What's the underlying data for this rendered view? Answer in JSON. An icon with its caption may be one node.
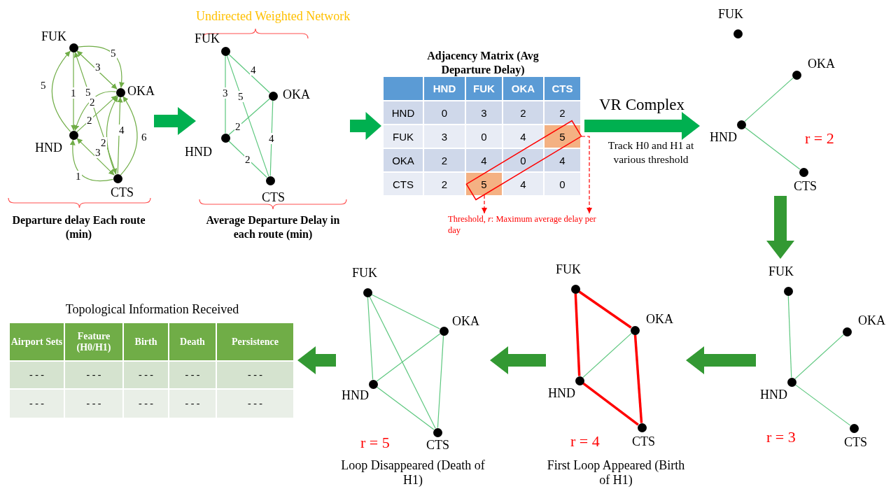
{
  "diagram": {
    "nodes": [
      {
        "text": [
          "Departure delay Each route (min)"
        ]
      },
      {
        "text": [
          "FUK"
        ],
        "in": 0
      },
      {
        "text": [
          "OKA"
        ],
        "in": 0
      },
      {
        "text": [
          "HND"
        ],
        "in": 0
      },
      {
        "text": [
          "CTS"
        ],
        "in": 0
      },
      {
        "text": [
          "Undirected Weighted Network",
          "Average Departure Delay in each route (min)"
        ]
      },
      {
        "text": [
          "FUK"
        ],
        "in": 5
      },
      {
        "text": [
          "OKA"
        ],
        "in": 5
      },
      {
        "text": [
          "HND"
        ],
        "in": 5
      },
      {
        "text": [
          "CTS"
        ],
        "in": 5
      },
      {
        "text": [
          "Adjacency Matrix (Avg Departure Delay)"
        ]
      },
      {
        "text": [],
        "shape": "box",
        "in": 10
      },
      {
        "text": [
          "HND"
        ],
        "in": 10
      },
      {
        "text": [
          "FUK"
        ],
        "in": 10
      },
      {
        "text": [
          "OKA"
        ],
        "in": 10
      },
      {
        "text": [
          "CTS"
        ],
        "in": 10
      },
      {
        "text": [
          "HND"
        ],
        "in": 10
      },
      {
        "text": [
          "0"
        ],
        "in": 10
      },
      {
        "text": [
          "3"
        ],
        "in": 10
      },
      {
        "text": [
          "2"
        ],
        "in": 10
      },
      {
        "text": [
          "2"
        ],
        "in": 10
      },
      {
        "text": [
          "FUK"
        ],
        "in": 10
      },
      {
        "text": [
          "3"
        ],
        "in": 10
      },
      {
        "text": [
          "0"
        ],
        "in": 10
      },
      {
        "text": [
          "4"
        ],
        "in": 10
      },
      {
        "text": [
          "5"
        ],
        "in": 10
      },
      {
        "text": [
          "OKA"
        ],
        "in": 10
      },
      {
        "text": [
          "2"
        ],
        "in": 10
      },
      {
        "text": [
          "4"
        ],
        "in": 10
      },
      {
        "text": [
          "0"
        ],
        "in": 10
      },
      {
        "text": [
          "4"
        ],
        "in": 10
      },
      {
        "text": [
          "CTS"
        ],
        "in": 10
      },
      {
        "text": [
          "2"
        ],
        "in": 10
      },
      {
        "text": [
          "5"
        ],
        "in": 10
      },
      {
        "text": [
          "4"
        ],
        "in": 10
      },
      {
        "text": [
          "0"
        ],
        "in": 10
      },
      {
        "text": [
          "Threshold, *r*: Maximum average delay per day"
        ]
      },
      {
        "text": [
          "r = 2"
        ]
      },
      {
        "text": [
          "FUK"
        ],
        "in": 37
      },
      {
        "text": [
          "OKA"
        ],
        "in": 37
      },
      {
        "text": [
          "HND"
        ],
        "in": 37
      },
      {
        "text": [
          "CTS"
        ],
        "in": 37
      },
      {
        "text": [
          "r = 3"
        ]
      },
      {
        "text": [
          "FUK"
        ],
        "in": 42
      },
      {
        "text": [
          "OKA"
        ],
        "in": 42
      },
      {
        "text": [
          "HND"
        ],
        "in": 42
      },
      {
        "text": [
          "CTS"
        ],
        "in": 42
      },
      {
        "text": [
          "r = 4",
          "First Loop Appeared (Birth of H1)"
        ]
      },
      {
        "text": [
          "FUK"
        ],
        "in": 47
      },
      {
        "text": [
          "OKA"
        ],
        "in": 47
      },
      {
        "text": [
          "HND"
        ],
        "in": 47
      },
      {
        "text": [
          "CTS"
        ],
        "in": 47
      },
      {
        "text": [
          "r = 5",
          "Loop Disappeared (Death of H1)"
        ]
      },
      {
        "text": [
          "FUK"
        ],
        "in": 52
      },
      {
        "text": [
          "OKA"
        ],
        "in": 52
      },
      {
        "text": [
          "HND"
        ],
        "in": 52
      },
      {
        "text": [
          "CTS"
        ],
        "in": 52
      },
      {
        "text": [
          "Topological Information Received"
        ]
      },
      {
        "text": [
          "Airport Sets"
        ],
        "in": 57
      },
      {
        "text": [
          "Feature (H0/H1)"
        ],
        "in": 57
      },
      {
        "text": [
          "Birth"
        ],
        "in": 57
      },
      {
        "text": [
          "Death"
        ],
        "in": 57
      },
      {
        "text": [
          "Persistence"
        ],
        "in": 57
      },
      {
        "text": [
          "- - -"
        ],
        "in": 57
      },
      {
        "text": [
          "- - -"
        ],
        "in": 57
      },
      {
        "text": [
          "- - -"
        ],
        "in": 57
      },
      {
        "text": [
          "- - -"
        ],
        "in": 57
      },
      {
        "text": [
          "- - -"
        ],
        "in": 57
      },
      {
        "text": [
          "- - -"
        ],
        "in": 57
      },
      {
        "text": [
          "- - -"
        ],
        "in": 57
      },
      {
        "text": [
          "- - -"
        ],
        "in": 57
      },
      {
        "text": [
          "- - -"
        ],
        "in": 57
      },
      {
        "text": [
          "- - -"
        ],
        "in": 57
      }
    ],
    "edges": [
      {
        "from": 1,
        "to": 3,
        "arrow": "to",
        "label": "1",
        "color": "#70ad47"
      },
      {
        "from": 3,
        "to": 1,
        "arrow": "to",
        "label": "5",
        "color": "#70ad47"
      },
      {
        "from": 2,
        "to": 1,
        "arrow": "both",
        "label": "3",
        "color": "#70ad47"
      },
      {
        "from": 1,
        "to": 2,
        "arrow": "to",
        "label": "5",
        "color": "#70ad47"
      },
      {
        "from": 4,
        "to": 1,
        "arrow": "both",
        "label": "5",
        "color": "#70ad47"
      },
      {
        "from": 2,
        "to": 3,
        "arrow": "to",
        "label": "2",
        "color": "#70ad47"
      },
      {
        "from": 3,
        "to": 2,
        "arrow": "to",
        "label": "2",
        "color": "#70ad47"
      },
      {
        "from": 3,
        "to": 4,
        "arrow": "both",
        "label": "3",
        "color": "#70ad47"
      },
      {
        "from": 4,
        "to": 3,
        "arrow": "to",
        "label": "1",
        "color": "#70ad47"
      },
      {
        "from": 4,
        "to": 2,
        "arrow": "to",
        "label": "2",
        "color": "#70ad47"
      },
      {
        "from": 4,
        "to": 2,
        "arrow": "to",
        "label": "4",
        "color": "#70ad47"
      },
      {
        "from": 4,
        "to": 2,
        "arrow": "to",
        "label": "6",
        "color": "#70ad47"
      },
      {
        "from": 6,
        "to": 8,
        "arrow": "none",
        "label": "3"
      },
      {
        "from": 6,
        "to": 7,
        "arrow": "none",
        "label": "4"
      },
      {
        "from": 6,
        "to": 9,
        "arrow": "none",
        "label": "5"
      },
      {
        "from": 8,
        "to": 7,
        "arrow": "none",
        "label": "2"
      },
      {
        "from": 8,
        "to": 9,
        "arrow": "none",
        "label": "2"
      },
      {
        "from": 7,
        "to": 9,
        "arrow": "none",
        "label": "4"
      },
      {
        "from": 0,
        "to": 5,
        "arrow": "to",
        "style": "thick",
        "color": "#00b050"
      },
      {
        "from": 5,
        "to": 10,
        "arrow": "to",
        "style": "thick",
        "color": "#00b050"
      },
      {
        "from": 10,
        "to": 37,
        "arrow": "to",
        "label": "VR Complex",
        "style": "thick",
        "color": "#00b050"
      },
      {
        "from": 25,
        "to": 36,
        "arrow": "to",
        "style": "dashed",
        "color": "#ff0000"
      },
      {
        "from": 33,
        "to": 36,
        "arrow": "to",
        "style": "dashed",
        "color": "#ff0000"
      },
      {
        "from": 40,
        "to": 39,
        "arrow": "none"
      },
      {
        "from": 40,
        "to": 41,
        "arrow": "none"
      },
      {
        "from": 37,
        "to": 42,
        "arrow": "to",
        "style": "thick",
        "color": "#339933"
      },
      {
        "from": 45,
        "to": 43,
        "arrow": "none"
      },
      {
        "from": 45,
        "to": 44,
        "arrow": "none"
      },
      {
        "from": 45,
        "to": 46,
        "arrow": "none"
      },
      {
        "from": 42,
        "to": 47,
        "arrow": "to",
        "style": "thick",
        "color": "#339933"
      },
      {
        "from": 48,
        "to": 49,
        "arrow": "none",
        "style": "thick",
        "color": "#ff0000"
      },
      {
        "from": 48,
        "to": 50,
        "arrow": "none",
        "style": "thick",
        "color": "#ff0000"
      },
      {
        "from": 50,
        "to": 49,
        "arrow": "none"
      },
      {
        "from": 50,
        "to": 51,
        "arrow": "none",
        "style": "thick",
        "color": "#ff0000"
      },
      {
        "from": 49,
        "to": 51,
        "arrow": "none",
        "style": "thick",
        "color": "#ff0000"
      },
      {
        "from": 47,
        "to": 52,
        "arrow": "to",
        "style": "thick",
        "color": "#339933"
      },
      {
        "from": 53,
        "to": 55,
        "arrow": "none"
      },
      {
        "from": 53,
        "to": 54,
        "arrow": "none"
      },
      {
        "from": 53,
        "to": 56,
        "arrow": "none"
      },
      {
        "from": 55,
        "to": 54,
        "arrow": "none"
      },
      {
        "from": 55,
        "to": 56,
        "arrow": "none"
      },
      {
        "from": 54,
        "to": 56,
        "arrow": "none"
      },
      {
        "from": 52,
        "to": 57,
        "arrow": "to",
        "style": "thick",
        "color": "#339933"
      }
    ],
    "labels": [
      "Track H0 and H1 at various threshold"
    ]
  }
}
